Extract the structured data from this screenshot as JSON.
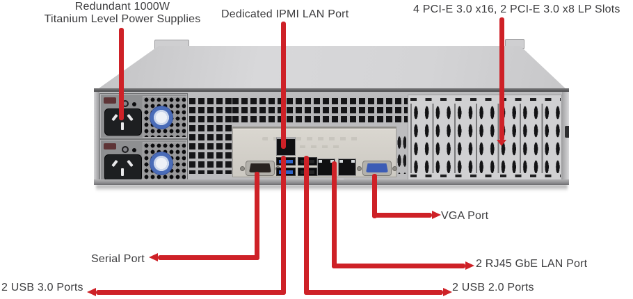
{
  "labels": {
    "psu_line1": "Redundant 1000W",
    "psu_line2": "Titanium Level Power Supplies",
    "ipmi": "Dedicated IPMI  LAN Port",
    "pci": "4 PCI-E 3.0 x16, 2 PCI-E 3.0 x8 LP Slots",
    "vga": "VGA Port",
    "serial": "Serial Port",
    "lan": "2 RJ45 GbE LAN Port",
    "usb3": "2 USB 3.0 Ports",
    "usb2": "2 USB 2.0 Ports"
  },
  "colors": {
    "callout_red": "#ce2127",
    "label_text": "#3c3c3e",
    "chassis_light": "#d4d4d6",
    "panel_gray": "#bcbcbe",
    "io_shield": "#d5d2cb",
    "usb3_blue": "#2f63c8",
    "vga_blue": "#3c5cb5"
  },
  "hardware": {
    "psu_count": 2,
    "pci_slot_covers": 7,
    "lan_port_count": 2,
    "usb3_count": 2,
    "usb2_count": 2
  }
}
